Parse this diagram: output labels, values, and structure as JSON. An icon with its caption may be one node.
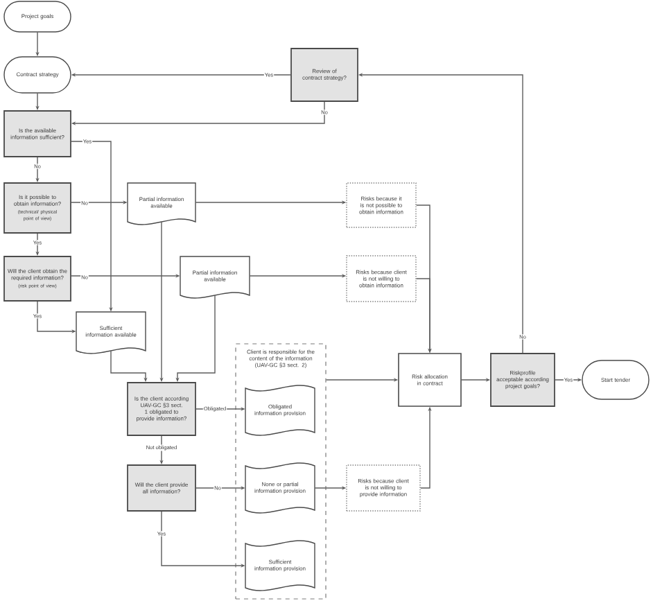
{
  "diagram": {
    "nodes": [
      {
        "text": [
          "Project goals"
        ]
      },
      {
        "text": [
          "Contract strategy"
        ]
      },
      {
        "text": [
          "Review of contract strategy?"
        ]
      },
      {
        "text": [
          "Is the available information sufficient?"
        ]
      },
      {
        "text": [
          "Is it possible to obtain information?",
          "(technical/ physical point of view)"
        ]
      },
      {
        "text": [
          "Partial information available"
        ]
      },
      {
        "text": [
          "Risks because it is not possible to obtain information"
        ]
      },
      {
        "text": [
          "Will the client obtain the required information?",
          "(risk point of view)"
        ]
      },
      {
        "text": [
          "Partial information available"
        ]
      },
      {
        "text": [
          "Risks because client is not willing to obtain information"
        ]
      },
      {
        "text": [
          "Sufficient information available"
        ]
      },
      {
        "text": [
          "Client is responsible for the content of the information (UAV-GC §3 sect. 2)"
        ]
      },
      {
        "text": [
          "Is the client according UAV-GC §3 sect. 1 obligated to provide information?"
        ]
      },
      {
        "text": [
          "Obligated information provision"
        ],
        "in": 11
      },
      {
        "text": [
          "Risk allocation in contract"
        ]
      },
      {
        "text": [
          "Riskprofile acceptable according project goals?"
        ]
      },
      {
        "text": [
          "Start tender"
        ]
      },
      {
        "text": [
          "Will the client provide all information?"
        ]
      },
      {
        "text": [
          "None or partial information provision"
        ],
        "in": 11
      },
      {
        "text": [
          "Risks because client is not willing to provide information"
        ]
      },
      {
        "text": [
          "Sufficient information provision"
        ],
        "in": 11
      }
    ],
    "edges": [
      {
        "from": 0,
        "to": 1,
        "arrow": "to"
      },
      {
        "from": 1,
        "to": 3,
        "arrow": "to"
      },
      {
        "from": 2,
        "to": 1,
        "arrow": "to",
        "label": "Yes"
      },
      {
        "from": 2,
        "to": 3,
        "arrow": "to",
        "label": "No"
      },
      {
        "from": 3,
        "to": 4,
        "arrow": "to",
        "label": "No"
      },
      {
        "from": 3,
        "to": 10,
        "arrow": "to",
        "label": "Yes"
      },
      {
        "from": 4,
        "to": 5,
        "arrow": "to",
        "label": "No"
      },
      {
        "from": 4,
        "to": 7,
        "arrow": "to",
        "label": "Yes"
      },
      {
        "from": 5,
        "to": 6,
        "arrow": "to"
      },
      {
        "from": 5,
        "to": 12,
        "arrow": "to"
      },
      {
        "from": 7,
        "to": 8,
        "arrow": "to",
        "label": "No"
      },
      {
        "from": 7,
        "to": 10,
        "arrow": "to",
        "label": "Yes"
      },
      {
        "from": 8,
        "to": 9,
        "arrow": "to"
      },
      {
        "from": 8,
        "to": 12,
        "arrow": "to"
      },
      {
        "from": 10,
        "to": 12,
        "arrow": "to"
      },
      {
        "from": 6,
        "to": 14,
        "arrow": "to"
      },
      {
        "from": 9,
        "to": 14,
        "arrow": "to"
      },
      {
        "from": 12,
        "to": 13,
        "arrow": "to",
        "label": "Obligated"
      },
      {
        "from": 12,
        "to": 17,
        "arrow": "to",
        "label": "Not obligated"
      },
      {
        "from": 11,
        "to": 14,
        "arrow": "to"
      },
      {
        "from": 17,
        "to": 18,
        "arrow": "to",
        "label": "No"
      },
      {
        "from": 17,
        "to": 20,
        "arrow": "to",
        "label": "Yes"
      },
      {
        "from": 18,
        "to": 19,
        "arrow": "to"
      },
      {
        "from": 19,
        "to": 14,
        "arrow": "to"
      },
      {
        "from": 14,
        "to": 15,
        "arrow": "to"
      },
      {
        "from": 15,
        "to": 16,
        "arrow": "to",
        "label": "Yes"
      },
      {
        "from": 15,
        "to": 2,
        "arrow": "to",
        "label": "No"
      }
    ]
  }
}
